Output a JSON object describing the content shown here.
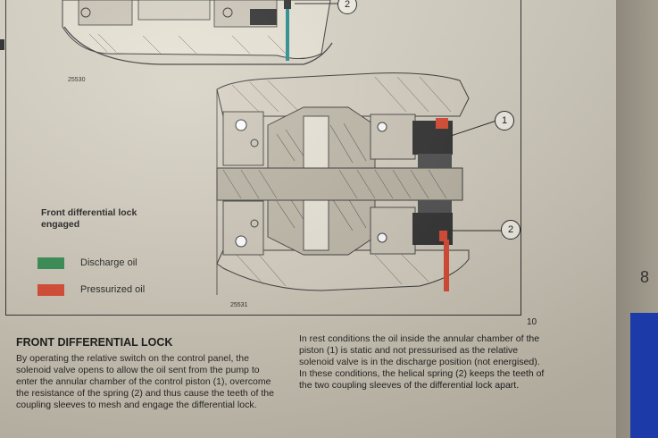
{
  "figure": {
    "top_figure_code": "25530",
    "main_figure_code": "25531",
    "callouts": [
      "1",
      "2",
      "2"
    ]
  },
  "legend": {
    "title": "Front differential lock engaged",
    "items": [
      {
        "label": "Discharge oil",
        "color": "#2f8a4e"
      },
      {
        "label": "Pressurized oil",
        "color": "#d8442c"
      }
    ]
  },
  "page_number": "10",
  "side_page_number": "8",
  "section": {
    "title": "FRONT DIFFERENTIAL LOCK",
    "left_column": "By operating the relative switch on the control panel, the solenoid valve opens to allow the oil sent from the pump to enter the annular chamber of the control piston (1), overcome the resistance of the spring (2) and thus cause the teeth of the coupling sleeves to mesh and engage the differential lock.",
    "right_column": "In rest conditions the oil inside the annular chamber of the piston (1) is static and not pressurised as the relative solenoid valve is in the discharge position (not energised).\nIn these conditions, the helical spring (2) keeps the teeth of the two coupling sleeves of the differential lock apart."
  },
  "colors": {
    "pressurized": "#d8442c",
    "discharge": "#2f8a4e",
    "teal_marker": "#1f8a8a"
  }
}
